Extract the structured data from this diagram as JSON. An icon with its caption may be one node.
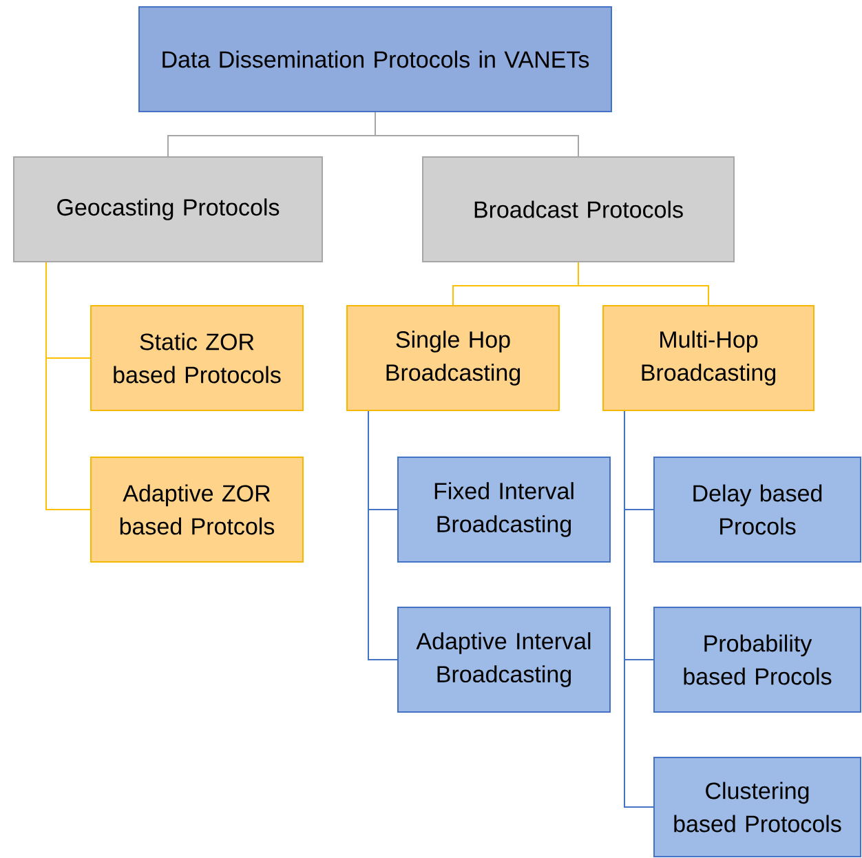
{
  "diagram": {
    "nodes": [
      {
        "text": [
          "Data Dissemination Protocols in VANETs"
        ]
      },
      {
        "text": [
          "Geocasting Protocols"
        ]
      },
      {
        "text": [
          "Broadcast Protocols"
        ]
      },
      {
        "text": [
          "Static ZOR based Protocols"
        ]
      },
      {
        "text": [
          "Adaptive ZOR based Protcols"
        ]
      },
      {
        "text": [
          "Single Hop Broadcasting"
        ]
      },
      {
        "text": [
          "Multi-Hop Broadcasting"
        ]
      },
      {
        "text": [
          "Fixed Interval Broadcasting"
        ]
      },
      {
        "text": [
          "Adaptive Interval Broadcasting"
        ]
      },
      {
        "text": [
          "Delay based Procols"
        ]
      },
      {
        "text": [
          "Probability based Procols"
        ]
      },
      {
        "text": [
          "Clustering based Protocols"
        ]
      }
    ],
    "edges": [
      {
        "from": 0,
        "to": 1,
        "arrow": "none",
        "color": "#a6a6a6"
      },
      {
        "from": 0,
        "to": 2,
        "arrow": "none",
        "color": "#a6a6a6"
      },
      {
        "from": 1,
        "to": 3,
        "arrow": "none",
        "color": "#ffc000"
      },
      {
        "from": 1,
        "to": 4,
        "arrow": "none",
        "color": "#ffc000"
      },
      {
        "from": 2,
        "to": 5,
        "arrow": "none",
        "color": "#ffc000"
      },
      {
        "from": 2,
        "to": 6,
        "arrow": "none",
        "color": "#ffc000"
      },
      {
        "from": 5,
        "to": 7,
        "arrow": "none"
      },
      {
        "from": 5,
        "to": 8,
        "arrow": "none"
      },
      {
        "from": 6,
        "to": 9,
        "arrow": "none"
      },
      {
        "from": 6,
        "to": 10,
        "arrow": "none"
      },
      {
        "from": 6,
        "to": 11,
        "arrow": "none"
      }
    ]
  }
}
